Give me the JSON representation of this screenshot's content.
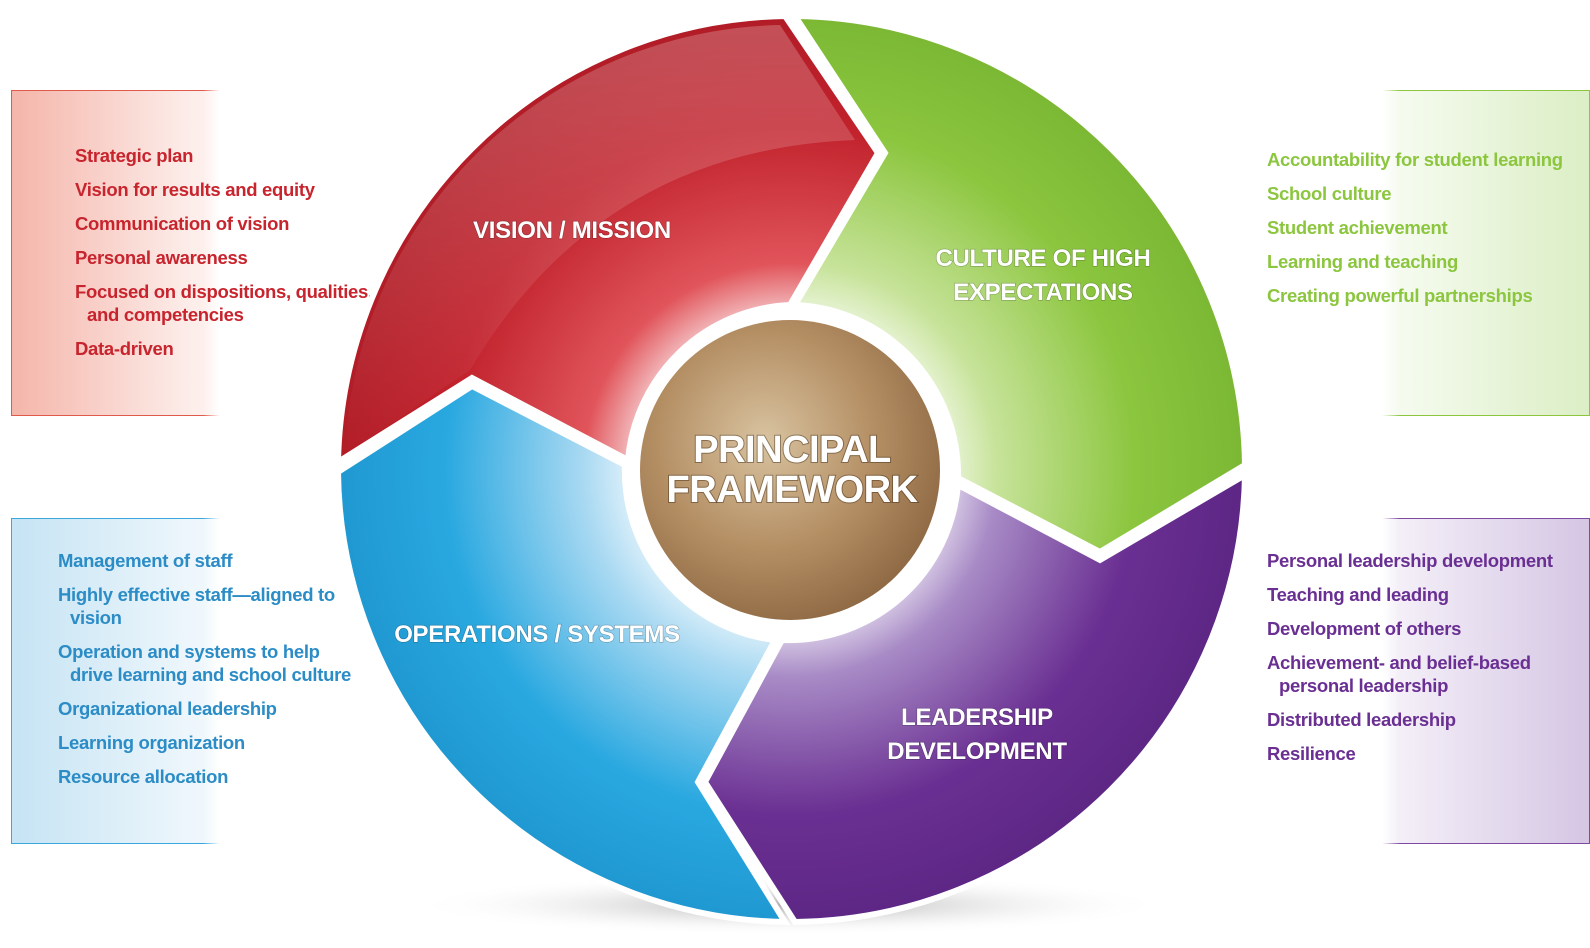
{
  "center": {
    "line1": "PRINCIPAL",
    "line2": "FRAMEWORK"
  },
  "segments": {
    "vision": {
      "label": "VISION / MISSION",
      "color": "#c8242e"
    },
    "culture": {
      "line1": "CULTURE OF HIGH",
      "line2": "EXPECTATIONS",
      "color": "#8cc63f"
    },
    "operations": {
      "label": "OPERATIONS / SYSTEMS",
      "color": "#29a8e0"
    },
    "leadership": {
      "line1": "LEADERSHIP",
      "line2": "DEVELOPMENT",
      "color": "#6a2f92"
    }
  },
  "lists": {
    "vision": [
      "Strategic plan",
      "Vision for results and equity",
      "Communication of vision",
      "Personal awareness",
      "Focused on dispositions, qualities, and competencies",
      "Data-driven"
    ],
    "culture": [
      "Accountability for student learning",
      "School culture",
      "Student achievement",
      "Learning and teaching",
      "Creating powerful partnerships"
    ],
    "operations": [
      "Management of staff",
      "Highly effective staff—aligned to vision",
      "Operation and systems to help drive learning and school culture",
      "Organizational leadership",
      "Learning organization",
      "Resource allocation"
    ],
    "leadership": [
      "Personal leadership development",
      "Teaching and leading",
      "Development of others",
      "Achievement- and belief-based personal leadership",
      "Distributed leadership",
      "Resilience"
    ]
  }
}
